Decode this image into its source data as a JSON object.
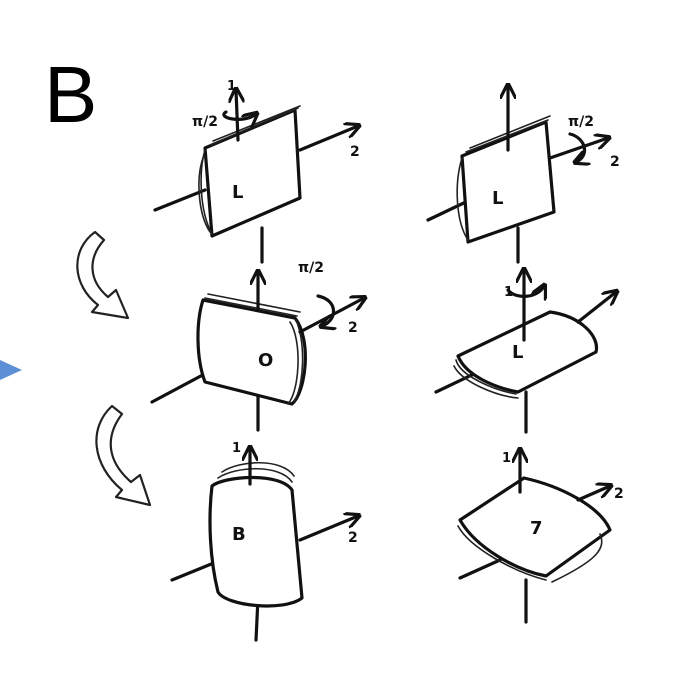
{
  "panel_label": "B",
  "colors": {
    "ink": "#111111",
    "pointer": "#5b8fd6",
    "background": "#ffffff"
  },
  "rotations": {
    "pi_half": "π/2"
  },
  "axes": {
    "one": "1",
    "two": "2"
  },
  "covers": {
    "step1_left": "L",
    "step1_right": "L",
    "step2_left": "O",
    "step2_right": "L",
    "step3_left": "B",
    "step3_right": "7"
  },
  "icons": {
    "rotation": "curved-arrow-icon",
    "flow": "hollow-curved-arrow-icon",
    "pointer": "triangle-pointer-icon"
  }
}
